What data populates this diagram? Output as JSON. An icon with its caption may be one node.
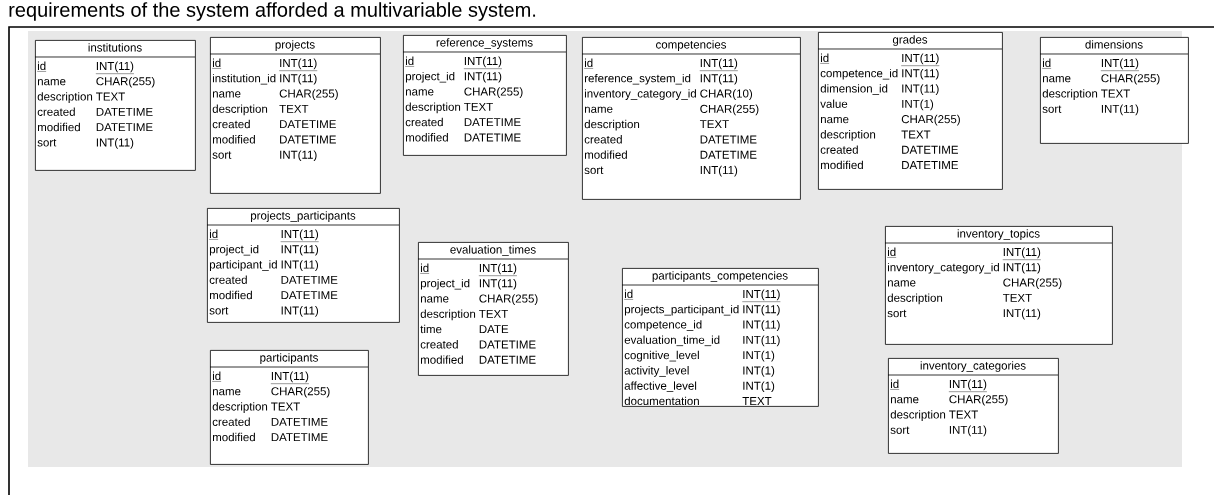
{
  "diagram": {
    "nodes": [
      {
        "text": [
          "institutions",
          "id",
          "INT(11)",
          "name",
          "CHAR(255)",
          "description",
          "TEXT",
          "created",
          "DATETIME",
          "modified",
          "DATETIME",
          "sort",
          "INT(11)"
        ]
      },
      {
        "text": [
          "projects",
          "id",
          "INT(11)",
          "institution_id",
          "INT(11)",
          "name",
          "CHAR(255)",
          "description",
          "TEXT",
          "created",
          "DATETIME",
          "modified",
          "DATETIME",
          "sort",
          "INT(11)"
        ]
      },
      {
        "text": [
          "reference_systems",
          "id",
          "INT(11)",
          "project_id",
          "INT(11)",
          "name",
          "CHAR(255)",
          "description",
          "TEXT",
          "created",
          "DATETIME",
          "modified",
          "DATETIME"
        ]
      },
      {
        "text": [
          "competencies",
          "id",
          "INT(11)",
          "reference_system_id",
          "INT(11)",
          "inventory_category_id",
          "CHAR(10)",
          "name",
          "CHAR(255)",
          "description",
          "TEXT",
          "created",
          "DATETIME",
          "modified",
          "DATETIME",
          "sort",
          "INT(11)"
        ]
      },
      {
        "text": [
          "grades",
          "id",
          "INT(11)",
          "competence_id",
          "INT(11)",
          "dimension_id",
          "INT(11)",
          "value",
          "INT(1)",
          "name",
          "CHAR(255)",
          "description",
          "TEXT",
          "created",
          "DATETIME",
          "modified",
          "DATETIME"
        ]
      },
      {
        "text": [
          "dimensions",
          "id",
          "INT(11)",
          "name",
          "CHAR(255)",
          "description",
          "TEXT",
          "sort",
          "INT(11)"
        ]
      },
      {
        "text": [
          "projects_participants",
          "id",
          "INT(11)",
          "project_id",
          "INT(11)",
          "participant_id",
          "INT(11)",
          "created",
          "DATETIME",
          "modified",
          "DATETIME",
          "sort",
          "INT(11)"
        ]
      },
      {
        "text": [
          "evaluation_times",
          "id",
          "INT(11)",
          "project_id",
          "INT(11)",
          "name",
          "CHAR(255)",
          "description",
          "TEXT",
          "time",
          "DATE",
          "created",
          "DATETIME",
          "modified",
          "DATETIME"
        ]
      },
      {
        "text": [
          "participants_competencies",
          "id",
          "INT(11)",
          "projects_participant_id",
          "INT(11)",
          "competence_id",
          "INT(11)",
          "evaluation_time_id",
          "INT(11)",
          "cognitive_level",
          "INT(1)",
          "activity_level",
          "INT(1)",
          "affective_level",
          "INT(1)",
          "documentation",
          "TEXT"
        ]
      },
      {
        "text": [
          "inventory_topics",
          "id",
          "INT(11)",
          "inventory_category_id",
          "INT(11)",
          "name",
          "CHAR(255)",
          "description",
          "TEXT",
          "sort",
          "INT(11)"
        ]
      },
      {
        "text": [
          "participants",
          "id",
          "INT(11)",
          "name",
          "CHAR(255)",
          "description",
          "TEXT",
          "created",
          "DATETIME",
          "modified",
          "DATETIME"
        ]
      },
      {
        "text": [
          "inventory_categories",
          "id",
          "INT(11)",
          "name",
          "CHAR(255)",
          "description",
          "TEXT",
          "sort",
          "INT(11)"
        ]
      }
    ],
    "labels": [
      "requirements of the system afforded a multivariable system."
    ]
  }
}
